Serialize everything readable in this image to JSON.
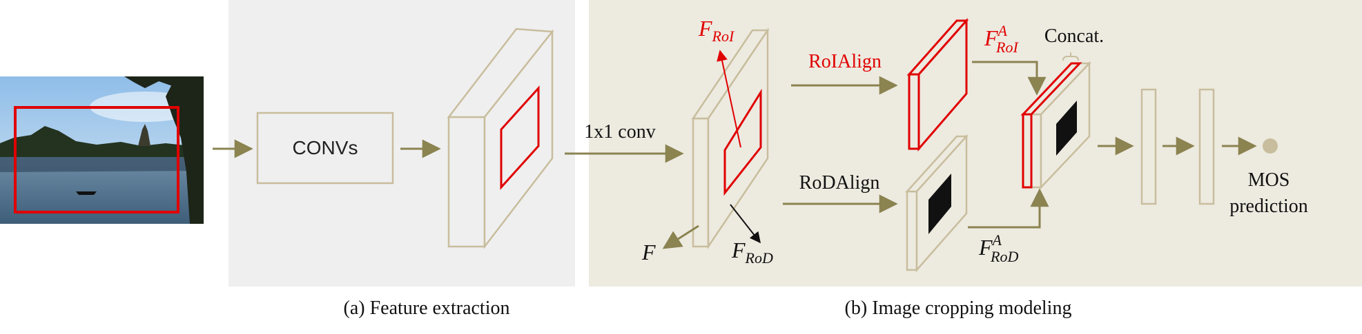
{
  "panels": {
    "feature_extraction": {
      "caption": "(a) Feature extraction",
      "bg": "#efefef"
    },
    "cropping_modeling": {
      "caption": "(b) Image cropping modeling",
      "bg": "#edeae0"
    }
  },
  "colors": {
    "stroke": "#c8bd9d",
    "arrow": "#8b8350",
    "red": "#e00000",
    "black": "#111111",
    "sky": "#9cc4ea",
    "water": "#5c7a94"
  },
  "labels": {
    "convs": "CONVs",
    "conv1x1": "1x1 conv",
    "roi_align": "RoIAlign",
    "rod_align": "RoDAlign",
    "concat": "Concat.",
    "mos_line1": "MOS",
    "mos_line2": "prediction",
    "F": "F",
    "F_roi_base": "F",
    "F_roi_sub": "RoI",
    "F_rod_base": "F",
    "F_rod_sub": "RoD",
    "FA_roi_base": "F",
    "FA_roi_sup": "A",
    "FA_roi_sub": "RoI",
    "FA_rod_base": "F",
    "FA_rod_sup": "A",
    "FA_rod_sub": "RoD"
  },
  "icons": [
    "input-photo",
    "feature-map",
    "fc-layer",
    "output-node"
  ]
}
